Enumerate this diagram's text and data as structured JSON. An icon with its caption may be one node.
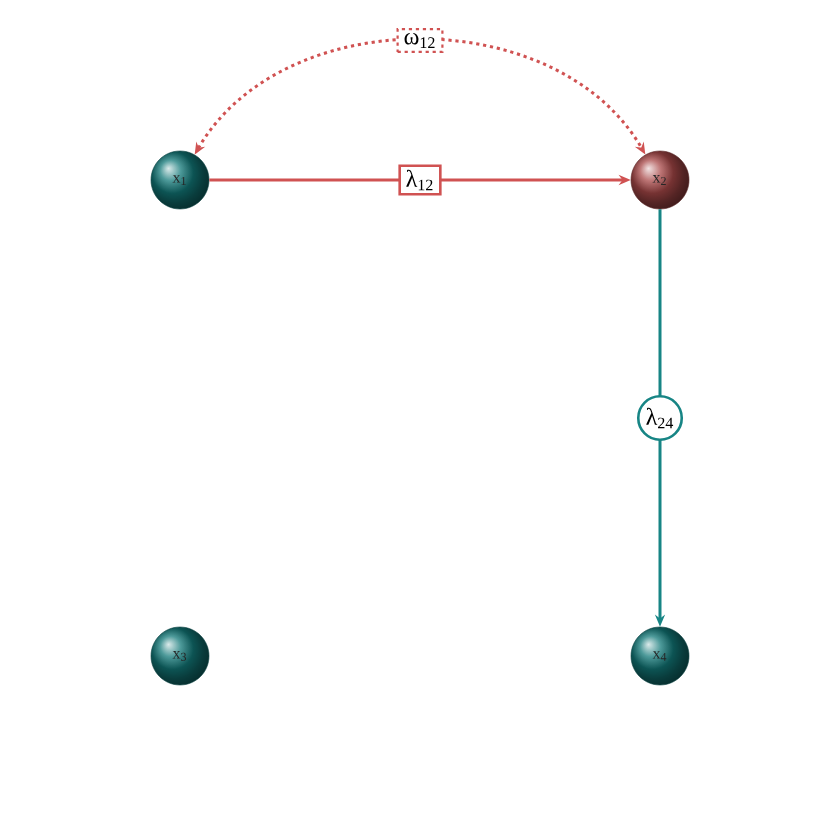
{
  "diagram": {
    "nodes": [
      {
        "text": [
          "x$_{1}$"
        ]
      },
      {
        "text": [
          "x$_{2}$"
        ]
      },
      {
        "text": [
          "x$_{3}$"
        ]
      },
      {
        "text": [
          "x$_{4}$"
        ]
      }
    ],
    "edges": [
      {
        "from": 0,
        "to": 1,
        "arrow": "to",
        "label": "λ$_{12}$"
      },
      {
        "from": 0,
        "to": 1,
        "arrow": "both",
        "label": "ω$_{12}$",
        "style": "dashed"
      },
      {
        "from": 1,
        "to": 3,
        "arrow": "to",
        "label": "λ$_{24}$",
        "color": "#178585"
      }
    ]
  }
}
